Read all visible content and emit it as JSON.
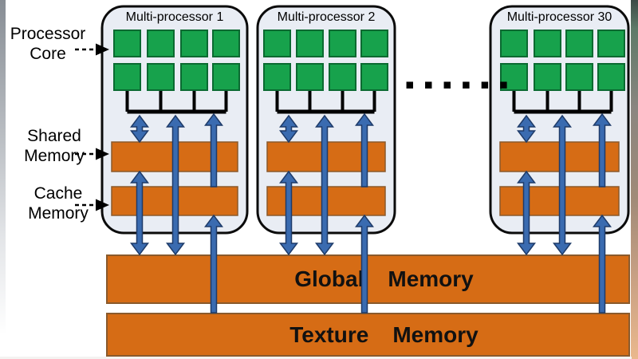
{
  "diagram": {
    "multiprocessors": [
      {
        "title": "Multi-processor 1"
      },
      {
        "title": "Multi-processor 2"
      },
      {
        "title": "Multi-processor 30"
      }
    ],
    "cores_per_multiprocessor": 8,
    "core_rows": 2,
    "cores_per_row": 4,
    "side_labels": {
      "processor_core": {
        "line1": "Processor",
        "line2": "Core"
      },
      "shared_memory": {
        "line1": "Shared",
        "line2": "Memory"
      },
      "cache_memory": {
        "line1": "Cache",
        "line2": "Memory"
      }
    },
    "global_memory": {
      "word1": "Global",
      "word2": "Memory"
    },
    "texture_memory": {
      "word1": "Texture",
      "word2": "Memory"
    },
    "ellipsis": "▪▪▪▪▪▪",
    "colors": {
      "core_green": "#17A24C",
      "memory_orange": "#D66C15",
      "arrow_blue": "#3A6BB0",
      "box_fill": "#E9EDF4",
      "bus_black": "#000000"
    }
  }
}
